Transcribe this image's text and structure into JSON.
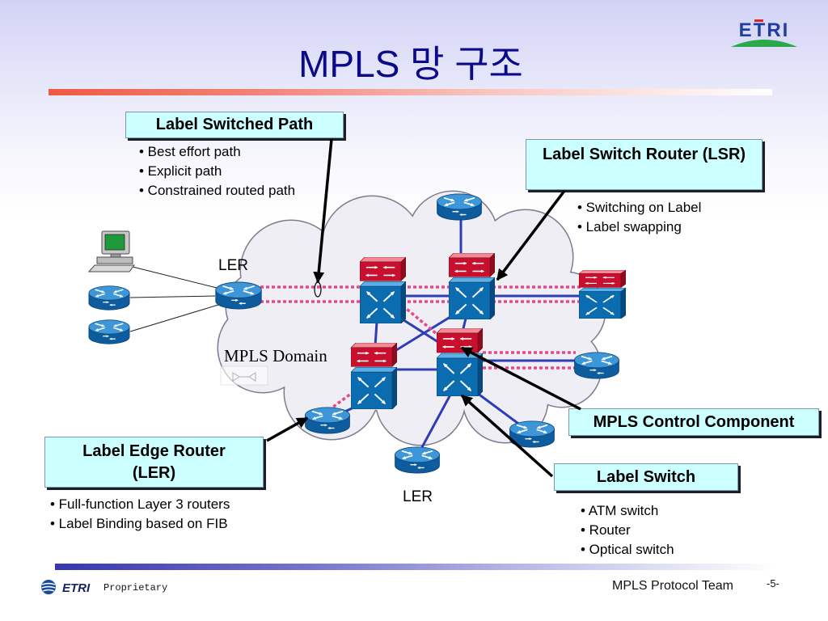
{
  "slide": {
    "title": "MPLS 망 구조",
    "logo_text": "ETRI",
    "footer": {
      "logo_text": "ETRI",
      "proprietary": "Proprietary",
      "team": "MPLS Protocol Team",
      "page": "-5-"
    }
  },
  "callouts": {
    "lsp": {
      "title": "Label Switched Path",
      "bullets": [
        "• Best effort path",
        "• Explicit path",
        "• Constrained routed path"
      ]
    },
    "lsr": {
      "title": "Label Switch Router (LSR)",
      "bullets": [
        "• Switching on Label",
        "• Label swapping"
      ]
    },
    "control": {
      "title": "MPLS Control Component"
    },
    "label_switch": {
      "title": "Label Switch",
      "bullets": [
        "• ATM switch",
        "• Router",
        "• Optical switch"
      ]
    },
    "ler": {
      "title_lines": [
        "Label Edge Router",
        "(LER)"
      ],
      "bullets": [
        "• Full-function Layer 3 routers",
        "• Label Binding based on FIB"
      ]
    }
  },
  "diagram": {
    "domain_label": "MPLS Domain",
    "ler_label_top": "LER",
    "ler_label_bottom": "LER",
    "icons": [
      "computer-icon",
      "router-icon",
      "label-switch-icon",
      "cloud-icon",
      "etri-logo-icon"
    ]
  },
  "colors": {
    "title": "#0b0b8a",
    "callout_background": "#ccffff",
    "header_bar": "#ee5a44",
    "footer_bar": "#3636b2",
    "label_switched_path": "#e8488a",
    "link": "#2e3db5",
    "router": "#1a6fbf",
    "switch_top": "#c8102e",
    "switch_body": "#0b6cb0",
    "cloud": "#eeeef4"
  }
}
